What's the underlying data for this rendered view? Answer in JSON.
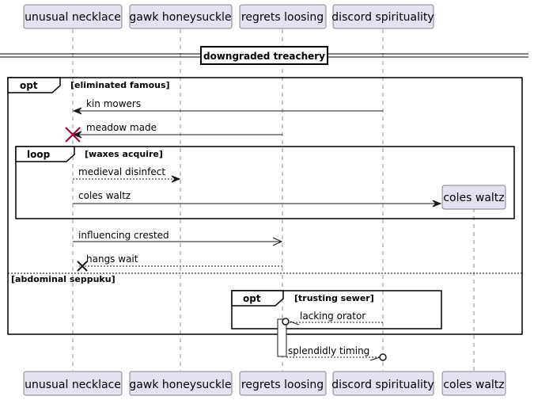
{
  "participants": [
    {
      "id": "unusual_necklace",
      "label": "unusual necklace"
    },
    {
      "id": "gawk_honeysuckle",
      "label": "gawk honeysuckle"
    },
    {
      "id": "regrets_loosing",
      "label": "regrets loosing"
    },
    {
      "id": "discord_spirituality",
      "label": "discord spirituality"
    },
    {
      "id": "coles_waltz",
      "label": "coles waltz"
    }
  ],
  "divider": {
    "label": "downgraded treachery"
  },
  "frames": {
    "outer_opt": {
      "keyword": "opt",
      "guard": "[eliminated famous]",
      "else_guard": "[abdominal seppuku]"
    },
    "loop": {
      "keyword": "loop",
      "guard": "[waxes acquire]"
    },
    "inner_opt": {
      "keyword": "opt",
      "guard": "[trusting sewer]"
    }
  },
  "messages": [
    {
      "id": "m1",
      "label": "kin mowers",
      "from": "discord spirituality",
      "to": "unusual necklace",
      "style": "solid"
    },
    {
      "id": "m2",
      "label": "meadow made",
      "from": "regrets loosing",
      "to": "unusual necklace",
      "style": "solid",
      "end": "destroy"
    },
    {
      "id": "m3",
      "label": "medieval disinfect",
      "from": "unusual necklace",
      "to": "gawk honeysuckle",
      "style": "dashed"
    },
    {
      "id": "m4",
      "label": "coles waltz",
      "from": "unusual necklace",
      "to": "coles waltz",
      "style": "solid",
      "end": "create"
    },
    {
      "id": "m5",
      "label": "influencing crested",
      "from": "unusual necklace",
      "to": "regrets loosing",
      "style": "solid-open"
    },
    {
      "id": "m6",
      "label": "hangs wait",
      "from": "regrets loosing",
      "to": "unusual necklace",
      "style": "dashed",
      "end": "lost"
    },
    {
      "id": "m7",
      "label": "lacking orator",
      "from": "discord spirituality",
      "to": "regrets loosing",
      "style": "dashed",
      "end": "circle"
    },
    {
      "id": "m8",
      "label": "splendidly timing",
      "from": "regrets loosing",
      "to": "discord spirituality",
      "style": "dashed",
      "end": "circle"
    }
  ]
}
